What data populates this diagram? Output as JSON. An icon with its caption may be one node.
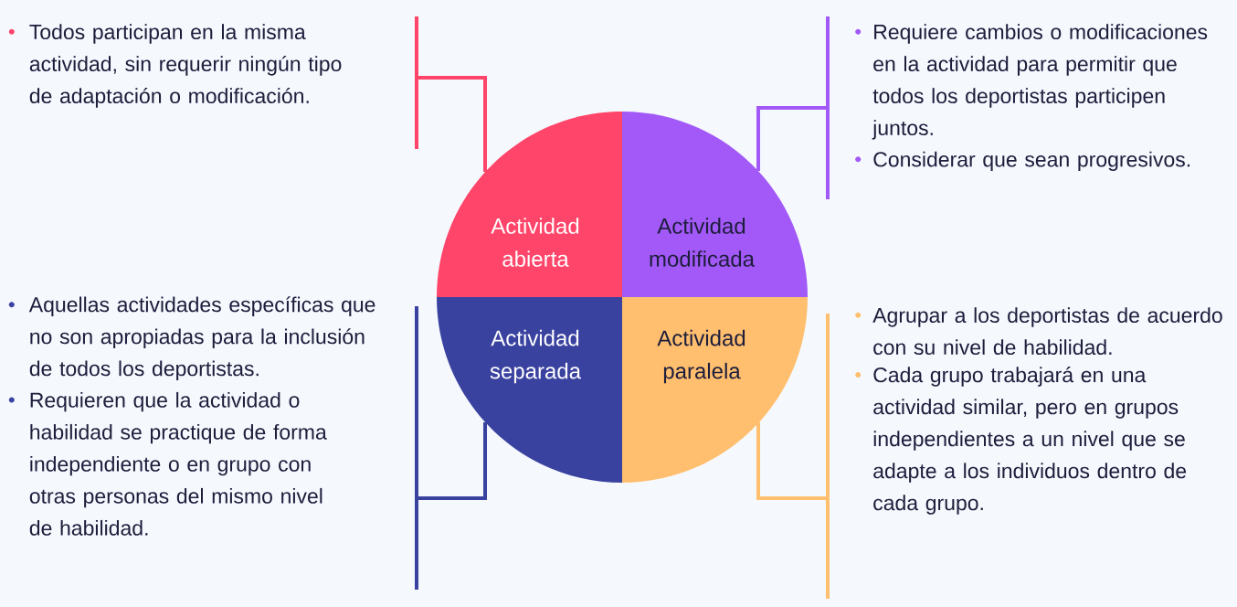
{
  "diagram": {
    "nodes": [
      {
        "text": [
          "Todos participan en la misma actividad, sin requerir ningún tipo de adaptación o modificación."
        ]
      },
      {
        "text": [
          "Actividad abierta"
        ]
      },
      {
        "text": [
          "Actividad modificada"
        ]
      },
      {
        "text": [
          "Requiere cambios o modificaciones en la actividad para permitir que todos los deportistas participen juntos.",
          "Considerar que sean progresivos."
        ]
      },
      {
        "text": [
          "Aquellas actividades específicas que no son apropiadas para la inclusión de todos los deportistas.",
          "Requieren que la actividad o habilidad se practique de forma independiente o en grupo con otras personas del mismo nivel de habilidad."
        ]
      },
      {
        "text": [
          "Actividad separada"
        ]
      },
      {
        "text": [
          "Actividad paralela"
        ]
      },
      {
        "text": [
          "Agrupar a los deportistas de acuerdo con su nivel de habilidad.",
          "Cada grupo trabajará en una actividad similar, pero en grupos independientes a un nivel que se adapte a los individuos dentro de cada grupo."
        ]
      }
    ],
    "edges": [
      {
        "from": 0,
        "to": 1,
        "arrow": "none",
        "color": "#ff4569"
      },
      {
        "from": 3,
        "to": 2,
        "arrow": "none",
        "color": "#a259f7"
      },
      {
        "from": 4,
        "to": 5,
        "arrow": "none",
        "color": "#3a42a0"
      },
      {
        "from": 7,
        "to": 6,
        "arrow": "none",
        "color": "#ffbf6e"
      }
    ]
  }
}
